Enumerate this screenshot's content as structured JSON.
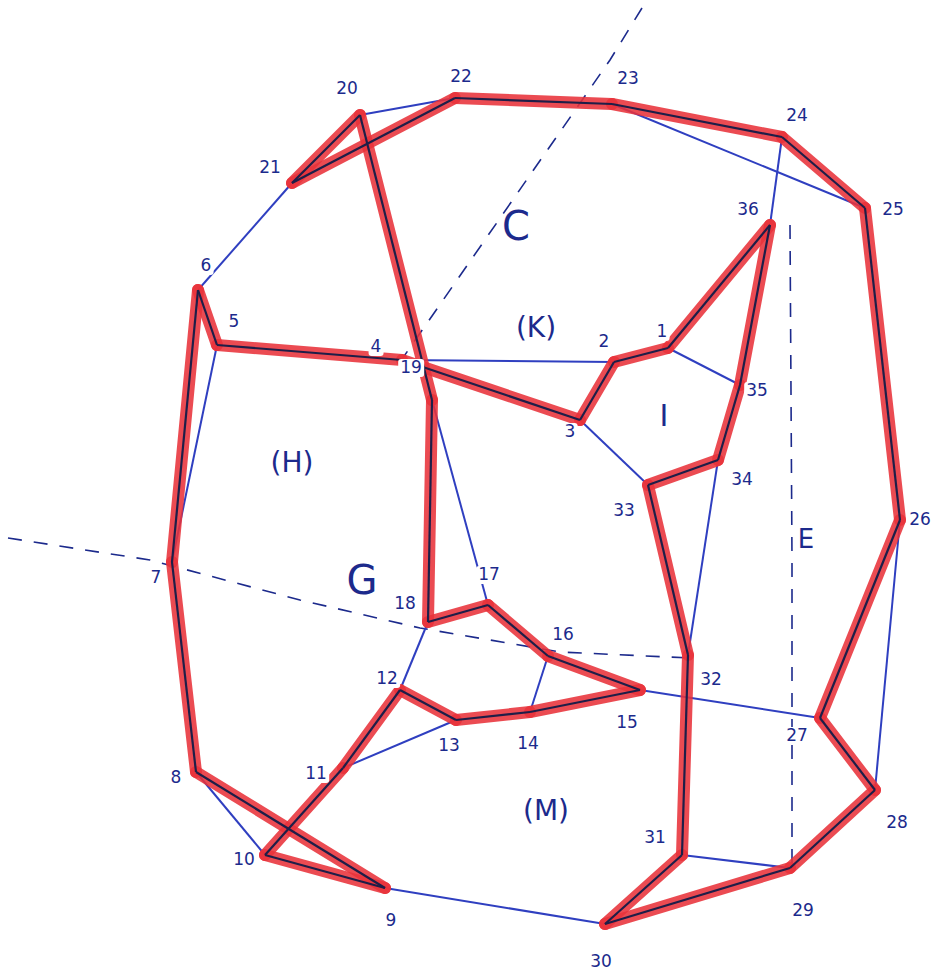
{
  "diagram": {
    "labels": [
      "1",
      "2",
      "3",
      "4",
      "5",
      "6",
      "7",
      "8",
      "9",
      "10",
      "11",
      "12",
      "13",
      "14",
      "15",
      "16",
      "17",
      "18",
      "19",
      "20",
      "21",
      "22",
      "23",
      "24",
      "25",
      "26",
      "27",
      "28",
      "29",
      "30",
      "31",
      "32",
      "33",
      "34",
      "35",
      "36",
      "C",
      "(K)",
      "(H)",
      "G",
      "E",
      "I",
      "(M)"
    ]
  }
}
